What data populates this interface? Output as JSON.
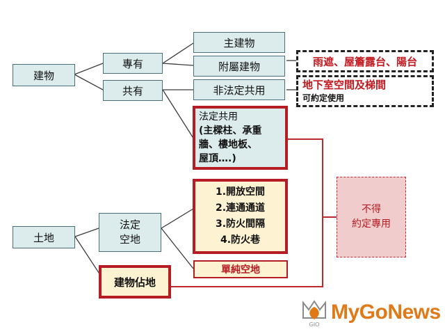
{
  "nodes": {
    "building": "建物",
    "exclusive": "專有",
    "common": "共有",
    "main_building": "主建物",
    "attached_building": "附屬建物",
    "attached_examples": "雨遮、屋簷露台、陽台",
    "non_statutory_common": "非法定共用",
    "basement_title": "地下室空間及梯間",
    "basement_note": "可約定使用",
    "statutory_common_lines": [
      "法定共用",
      "(主樑柱、承重",
      "牆、樓地板、",
      "屋頂….)"
    ],
    "land": "土地",
    "statutory_open_space_lines": [
      "法定",
      "空地"
    ],
    "open_space_items": [
      "1.開放空間",
      "2.連通通道",
      "3.防火間隔",
      "4.防火巷"
    ],
    "pure_open_land": "單純空地",
    "building_footprint": "建物佔地",
    "not_exclusive_lines": [
      "不得",
      "約定專用"
    ]
  },
  "logo": {
    "text": "MyGoNews",
    "emblem_text": "GIO"
  },
  "colors": {
    "box_fill": "#dcebeb",
    "box_border": "#4a6f78",
    "red": "#b51c24",
    "pink": "#f1cccc",
    "cream": "#fdf3d2",
    "logo_orange": "#e07a18"
  }
}
